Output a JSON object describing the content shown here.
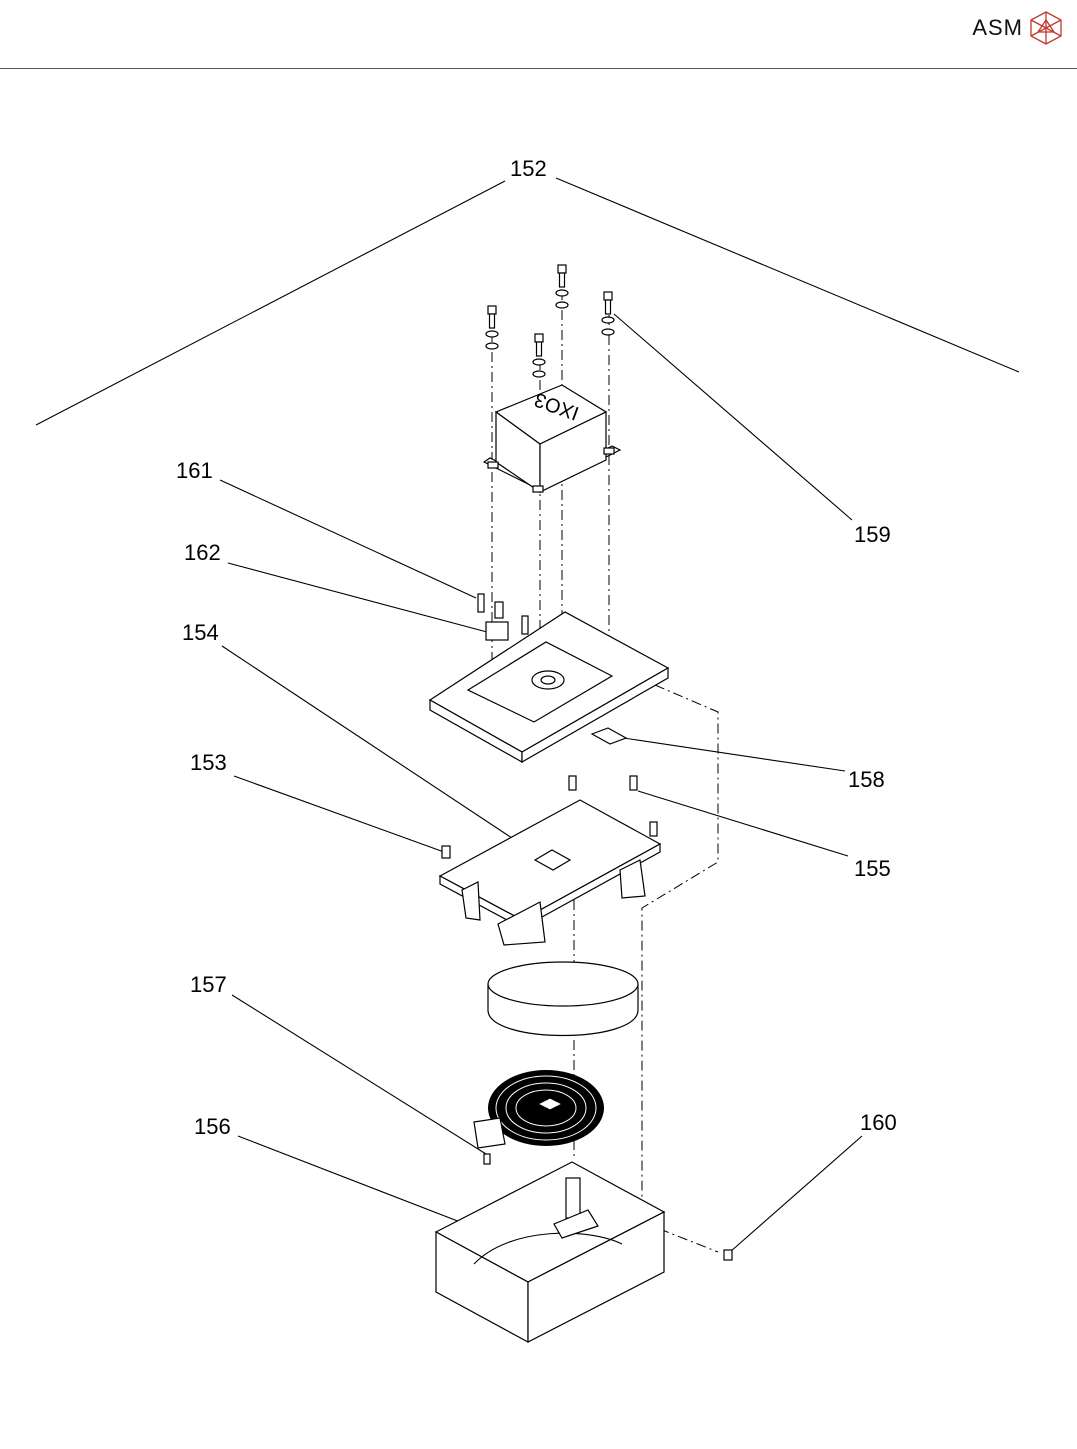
{
  "header": {
    "brand_text": "ASM",
    "brand_icon": "asm-cube-logo"
  },
  "module_label": "IXO3",
  "callouts": {
    "c152": "152",
    "c153": "153",
    "c154": "154",
    "c155": "155",
    "c156": "156",
    "c157": "157",
    "c158": "158",
    "c159": "159",
    "c160": "160",
    "c161": "161",
    "c162": "162"
  }
}
